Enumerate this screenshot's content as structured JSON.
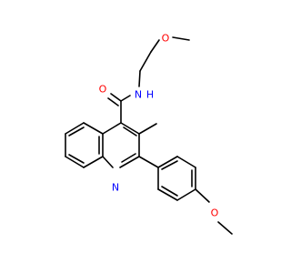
{
  "diagram": {
    "type": "structural-formula",
    "atom_labels": {
      "ether_oxygen_chain": "O",
      "amide_nitrogen": "N",
      "amide_hydrogen": "H",
      "carbonyl_oxygen": "O",
      "ring_nitrogen": "N",
      "aryl_ether_oxygen": "O"
    },
    "colors": {
      "bond": "#000000",
      "oxygen": "#ff0000",
      "nitrogen": "#0000ff",
      "background": "#ffffff"
    }
  }
}
